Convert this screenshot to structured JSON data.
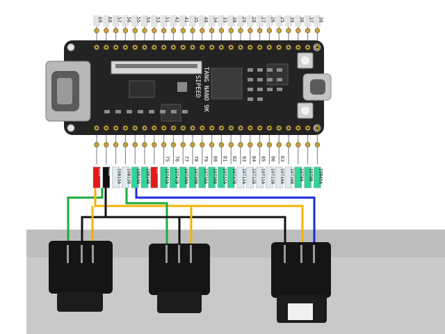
{
  "board": {
    "name": "TANG NANO 9K",
    "brand": "SIPEED",
    "colors": {
      "pcb": "#232323",
      "pin_gold": "#c7a44a",
      "label_bg": "#e3e3e3"
    }
  },
  "top_pins": [
    "69",
    "68",
    "57",
    "56",
    "55",
    "54",
    "53",
    "51",
    "42",
    "41",
    "35",
    "40",
    "34",
    "33",
    "30",
    "29",
    "28",
    "27",
    "26",
    "25",
    "39",
    "36",
    "37",
    "38"
  ],
  "bottom_pins": [
    "3V3",
    "GND",
    "IOB13A",
    "IOB13B",
    "IOR24A",
    "IOR24B",
    "5V",
    "IOT41A",
    "IOT41B",
    "IOT39A",
    "IOT39B",
    "IOT38A",
    "IOT38B",
    "IOT37A",
    "IOT37B",
    "IOT12A",
    "IOT12B",
    "IOT11A",
    "IOT11B",
    "IOT10A",
    "IOT10B",
    "IOT8A",
    "IOT8B",
    "IOR45A"
  ],
  "bottom_pin_numbers": [
    "",
    "",
    "",
    "",
    "",
    "",
    "",
    "75",
    "76",
    "77",
    "78",
    "79",
    "80",
    "81",
    "82",
    "83",
    "84",
    "85",
    "86",
    "63",
    "",
    "",
    "",
    ""
  ],
  "labels": [
    {
      "text": "3V3",
      "style": "power"
    },
    {
      "text": "GND",
      "style": "ground"
    },
    {
      "text": "IOB13A",
      "style": "io"
    },
    {
      "text": "IOB13B",
      "style": "io"
    },
    {
      "text": "IOR24A",
      "style": "io-green"
    },
    {
      "text": "IOR24B",
      "style": "io-green"
    },
    {
      "text": "5V",
      "style": "power"
    },
    {
      "text": "IOT41A",
      "style": "io-green"
    },
    {
      "text": "IOT41B",
      "style": "io-green"
    },
    {
      "text": "IOT39A",
      "style": "io-green"
    },
    {
      "text": "IOT39B",
      "style": "io-green"
    },
    {
      "text": "IOT38A",
      "style": "io-green"
    },
    {
      "text": "IOT38B",
      "style": "io-green"
    },
    {
      "text": "IOT37A",
      "style": "io-green"
    },
    {
      "text": "IOT37B",
      "style": "io-green"
    },
    {
      "text": "IOT12A",
      "style": "io"
    },
    {
      "text": "IOT12B",
      "style": "io"
    },
    {
      "text": "IOT11A",
      "style": "io"
    },
    {
      "text": "IOT11B",
      "style": "io"
    },
    {
      "text": "IOT10A",
      "style": "io"
    },
    {
      "text": "IOT10B",
      "style": "io"
    },
    {
      "text": "IOT8A",
      "style": "io-green"
    },
    {
      "text": "IOT8B",
      "style": "io-green"
    },
    {
      "text": "IOR45A",
      "style": "io-green"
    }
  ],
  "connectors": [
    "optical-jack-1",
    "optical-jack-2",
    "optical-jack-3"
  ],
  "wire_colors": {
    "green": "#1faa3c",
    "black": "#111111",
    "yellow": "#f2b300",
    "blue": "#1a2be0"
  }
}
